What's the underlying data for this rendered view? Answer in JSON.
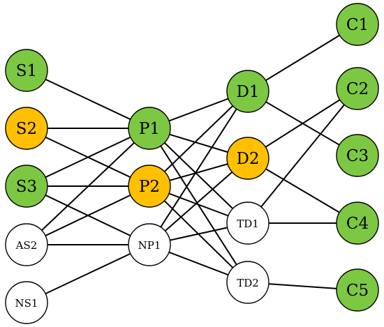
{
  "colors": {
    "green": "#7dc843",
    "orange": "#ffc000",
    "white": "#ffffff",
    "line": "#000000"
  },
  "nodes": [
    {
      "id": "S1",
      "label": "S1",
      "fill": "green"
    },
    {
      "id": "S2",
      "label": "S2",
      "fill": "orange"
    },
    {
      "id": "S3",
      "label": "S3",
      "fill": "green"
    },
    {
      "id": "AS2",
      "label": "AS2",
      "fill": "white"
    },
    {
      "id": "NS1",
      "label": "NS1",
      "fill": "white"
    },
    {
      "id": "P1",
      "label": "P1",
      "fill": "green"
    },
    {
      "id": "P2",
      "label": "P2",
      "fill": "orange"
    },
    {
      "id": "NP1",
      "label": "NP1",
      "fill": "white"
    },
    {
      "id": "D1",
      "label": "D1",
      "fill": "green"
    },
    {
      "id": "D2",
      "label": "D2",
      "fill": "orange"
    },
    {
      "id": "TD1",
      "label": "TD1",
      "fill": "white"
    },
    {
      "id": "TD2",
      "label": "TD2",
      "fill": "white"
    },
    {
      "id": "C1",
      "label": "C1",
      "fill": "green"
    },
    {
      "id": "C2",
      "label": "C2",
      "fill": "green"
    },
    {
      "id": "C3",
      "label": "C3",
      "fill": "green"
    },
    {
      "id": "C4",
      "label": "C4",
      "fill": "green"
    },
    {
      "id": "C5",
      "label": "C5",
      "fill": "green"
    }
  ],
  "edges": [
    [
      "S1",
      "P1"
    ],
    [
      "S2",
      "P1"
    ],
    [
      "S2",
      "P2"
    ],
    [
      "S3",
      "P1"
    ],
    [
      "S3",
      "P2"
    ],
    [
      "S3",
      "NP1"
    ],
    [
      "AS2",
      "P1"
    ],
    [
      "AS2",
      "P2"
    ],
    [
      "AS2",
      "NP1"
    ],
    [
      "NS1",
      "NP1"
    ],
    [
      "P1",
      "D1"
    ],
    [
      "P1",
      "D2"
    ],
    [
      "P1",
      "TD1"
    ],
    [
      "P1",
      "TD2"
    ],
    [
      "P2",
      "D1"
    ],
    [
      "P2",
      "D2"
    ],
    [
      "P2",
      "TD1"
    ],
    [
      "P2",
      "TD2"
    ],
    [
      "NP1",
      "D1"
    ],
    [
      "NP1",
      "D2"
    ],
    [
      "NP1",
      "TD1"
    ],
    [
      "NP1",
      "TD2"
    ],
    [
      "D1",
      "C1"
    ],
    [
      "D1",
      "C3"
    ],
    [
      "D2",
      "C2"
    ],
    [
      "D2",
      "C4"
    ],
    [
      "TD1",
      "C2"
    ],
    [
      "TD1",
      "C4"
    ],
    [
      "TD2",
      "C5"
    ]
  ]
}
